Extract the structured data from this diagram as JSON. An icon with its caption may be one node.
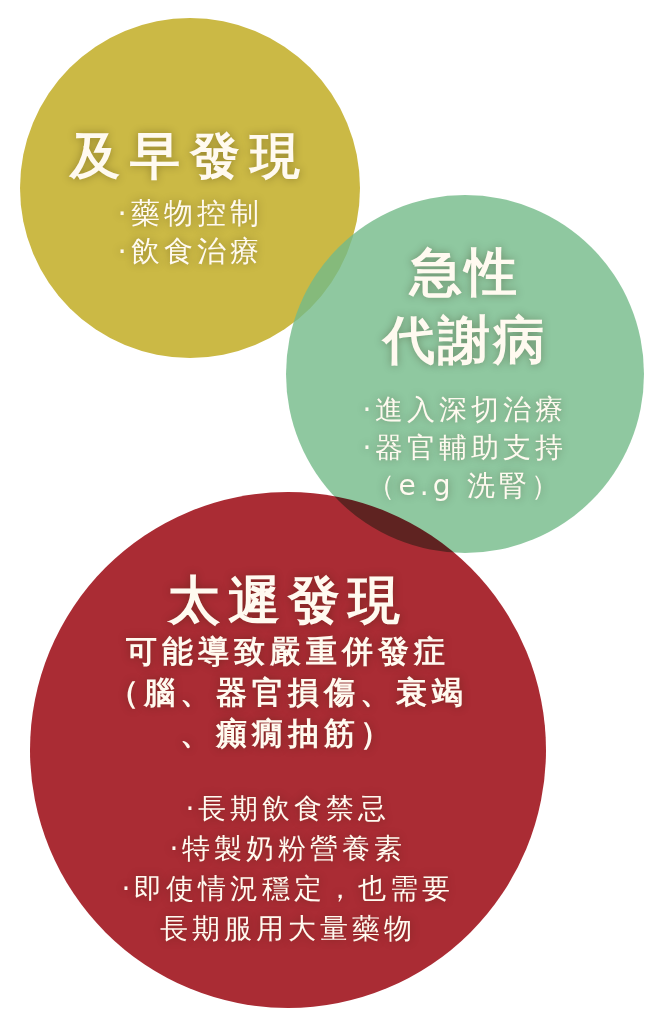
{
  "diagram": {
    "nodes": [
      {
        "text": [
          "及早發現",
          "·藥物控制",
          "·飲食治療"
        ]
      },
      {
        "text": [
          "急性代謝病",
          "·進入深切治療",
          "·器官輔助支持（e.g 洗腎）"
        ]
      },
      {
        "text": [
          "太遲發現",
          "可能導致嚴重併發症（腦、器官損傷、衰竭、癲癇抽筋）",
          "·長期飲食禁忌",
          "·特製奶粉營養素",
          "·即使情況穩定，也需要長期服用大量藥物"
        ]
      }
    ]
  }
}
